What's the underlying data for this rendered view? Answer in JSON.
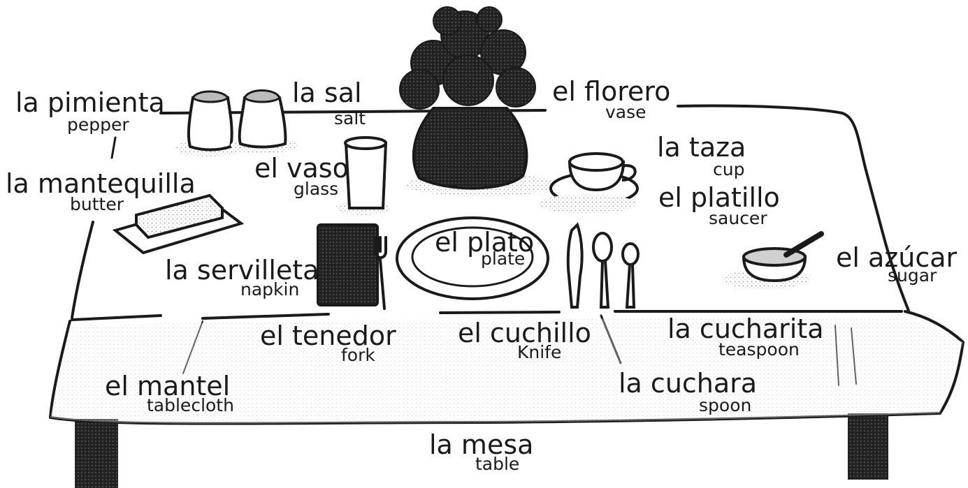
{
  "labels": {
    "pimienta": {
      "es": "la pimienta",
      "en": "pepper"
    },
    "sal": {
      "es": "la sal",
      "en": "salt"
    },
    "florero": {
      "es": "el florero",
      "en": "vase"
    },
    "mantequilla": {
      "es": "la mantequilla",
      "en": "butter"
    },
    "vaso": {
      "es": "el vaso",
      "en": "glass"
    },
    "taza": {
      "es": "la taza",
      "en": "cup"
    },
    "platillo": {
      "es": "el platillo",
      "en": "saucer"
    },
    "servilleta": {
      "es": "la servilleta",
      "en": "napkin"
    },
    "plato": {
      "es": "el plato",
      "en": "plate"
    },
    "azucar": {
      "es": "el azúcar",
      "en": "sugar"
    },
    "tenedor": {
      "es": "el tenedor",
      "en": "fork"
    },
    "cuchillo": {
      "es": "el cuchillo",
      "en": "Knife"
    },
    "cucharita": {
      "es": "la cucharita",
      "en": "teaspoon"
    },
    "mantel": {
      "es": "el mantel",
      "en": "tablecloth"
    },
    "cuchara": {
      "es": "la cuchara",
      "en": "spoon"
    },
    "mesa": {
      "es": "la mesa",
      "en": "table"
    }
  },
  "colors": {
    "ink": "#1a1a1a",
    "paper": "#ffffff",
    "shade": "#c8c8c8",
    "dark": "#2a2a2a"
  }
}
